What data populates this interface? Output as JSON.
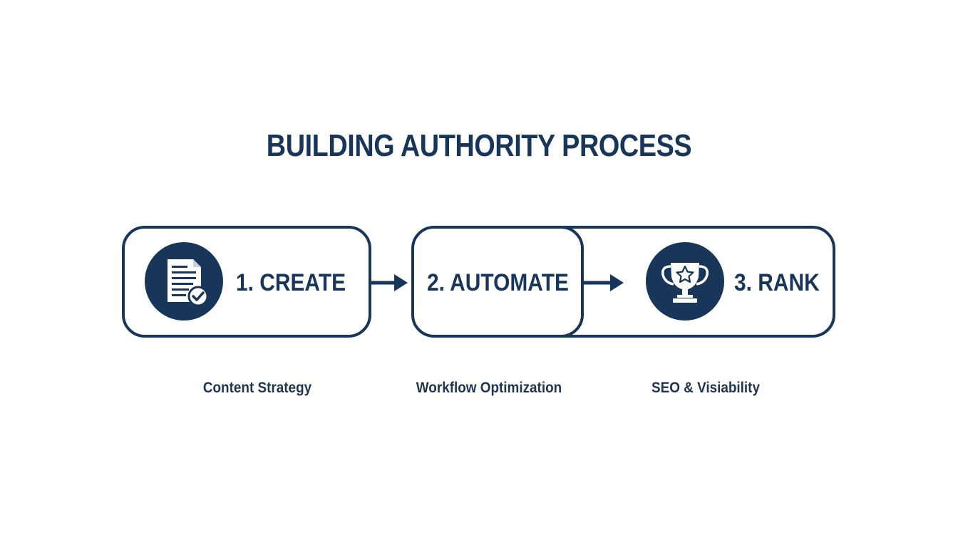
{
  "title": "BUILDING AUTHORITY PROCESS",
  "colors": {
    "primary": "#17365a",
    "background": "#ffffff"
  },
  "steps": [
    {
      "label": "1. CREATE",
      "caption": "Content Strategy",
      "icon": "document-check-icon"
    },
    {
      "label": "2. AUTOMATE",
      "caption": "Workflow Optimization",
      "icon": ""
    },
    {
      "label": "3. RANK",
      "caption": "SEO & Visiability",
      "icon": "trophy-star-icon"
    }
  ],
  "connectors": [
    "arrow-right-icon",
    "arrow-right-icon"
  ]
}
